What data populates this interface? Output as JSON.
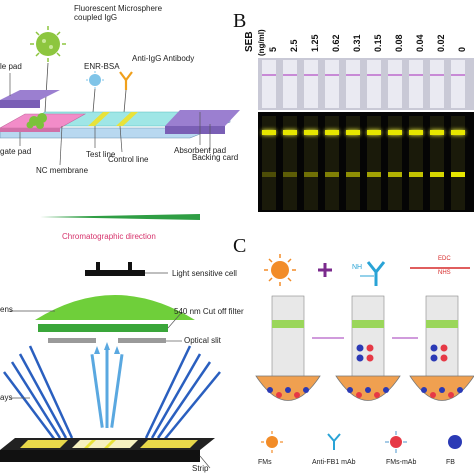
{
  "panelA": {
    "fm_label_1": "Fluorescent Microsphere",
    "fm_label_2": "coupled IgG",
    "sample_pad": "le pad",
    "enr_bsa": "ENR-BSA",
    "anti_igg": "Anti-IgG Antibody",
    "conjugate_pad": "gate pad",
    "test_line": "Test line",
    "control_line": "Control line",
    "absorbent_pad": "Absorbent pad",
    "backing_card": "Backing card",
    "nc_membrane": "NC membrane",
    "direction": "Chromatographic direction"
  },
  "panelB": {
    "letter": "B",
    "axis_title_1": "SEB",
    "axis_title_2": "(ng/ml)",
    "concentrations": [
      "5",
      "2.5",
      "1.25",
      "0.62",
      "0.31",
      "0.15",
      "0.08",
      "0.04",
      "0.02",
      "0"
    ]
  },
  "panelReader": {
    "light_cell": "Light sensitive cell",
    "lens": "ens",
    "filter": "540 nm Cut off filter",
    "slit": "Optical slit",
    "rays": "ays",
    "strip": "Strip"
  },
  "panelC": {
    "letter": "C",
    "nh2": "NH",
    "edc": "EDC",
    "nhs": "NHS",
    "legend": [
      "FMs",
      "Anti-FB1 mAb",
      "FMs-mAb",
      "FB"
    ]
  },
  "colors": {
    "fm_green": "#8dc63f",
    "pad_purple": "#9b7fd0",
    "membrane_teal": "#9fe6e6",
    "line_yellow": "#e8e23a",
    "arrow_green": "#2f9e44",
    "direction_red": "#d6336c",
    "fluor_yellow": "#e6e600"
  }
}
